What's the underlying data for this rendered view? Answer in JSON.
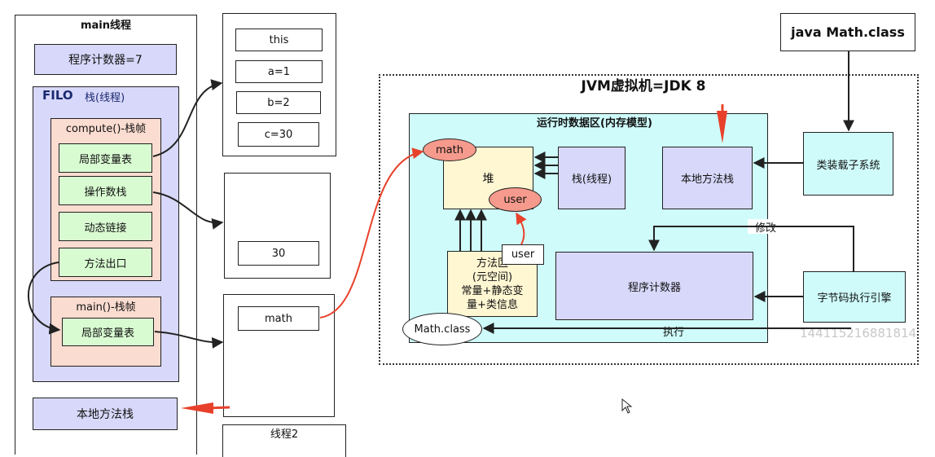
{
  "main_thread": {
    "title": "main线程",
    "program_counter": "程序计数器=7",
    "filo": "FILO",
    "stack_label": "栈(线程)",
    "compute_frame": {
      "title": "compute()-栈帧",
      "items": [
        "局部变量表",
        "操作数栈",
        "动态链接",
        "方法出口"
      ]
    },
    "main_frame": {
      "title": "main()-栈帧",
      "items": [
        "局部变量表"
      ]
    },
    "native_stack": "本地方法栈"
  },
  "locals_panel": {
    "cells": [
      "this",
      "a=1",
      "b=2",
      "c=30"
    ]
  },
  "operand_panel": {
    "value": "30"
  },
  "main_locals_panel": {
    "value": "math"
  },
  "thread2": {
    "label": "线程2"
  },
  "jvm": {
    "title": "JVM虚拟机=JDK 8",
    "runtime_area": "运行时数据区(内存模型)",
    "heap": {
      "label": "堆",
      "objects": [
        "math",
        "user"
      ]
    },
    "stack": "栈(线程)",
    "native_stack": "本地方法栈",
    "method_area": {
      "label": "方法区\n(元空间)\n常量+静态变\n量+类信息",
      "tag": "user"
    },
    "program_counter": "程序计数器",
    "class_loader": "类装载子系统",
    "exec_engine": "字节码执行引擎",
    "modify_label": "修改",
    "execute_label": "执行",
    "math_class": "Math.class"
  },
  "java_class": "java Math.class",
  "watermark": "144115216881814",
  "colors": {
    "arrow_red": "#e8412b",
    "heap_oval": "#f59a8c"
  }
}
